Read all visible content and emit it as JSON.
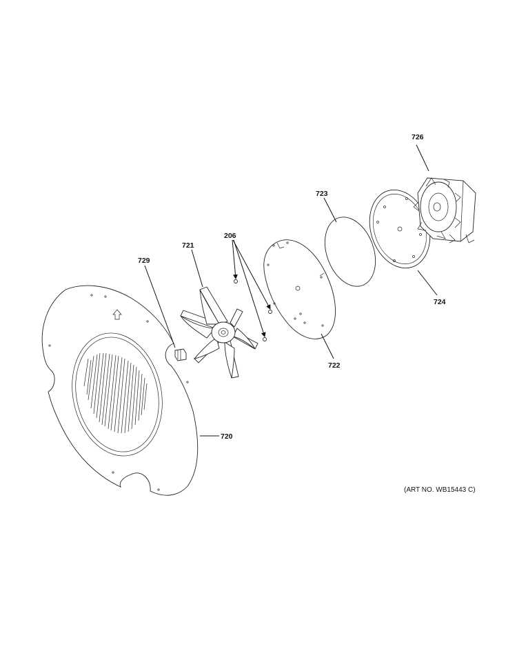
{
  "callouts": {
    "p726": "726",
    "p723": "723",
    "p206": "206",
    "p721": "721",
    "p729": "729",
    "p724": "724",
    "p722": "722",
    "p720": "720"
  },
  "art_number": "(ART NO. WB15443 C)"
}
